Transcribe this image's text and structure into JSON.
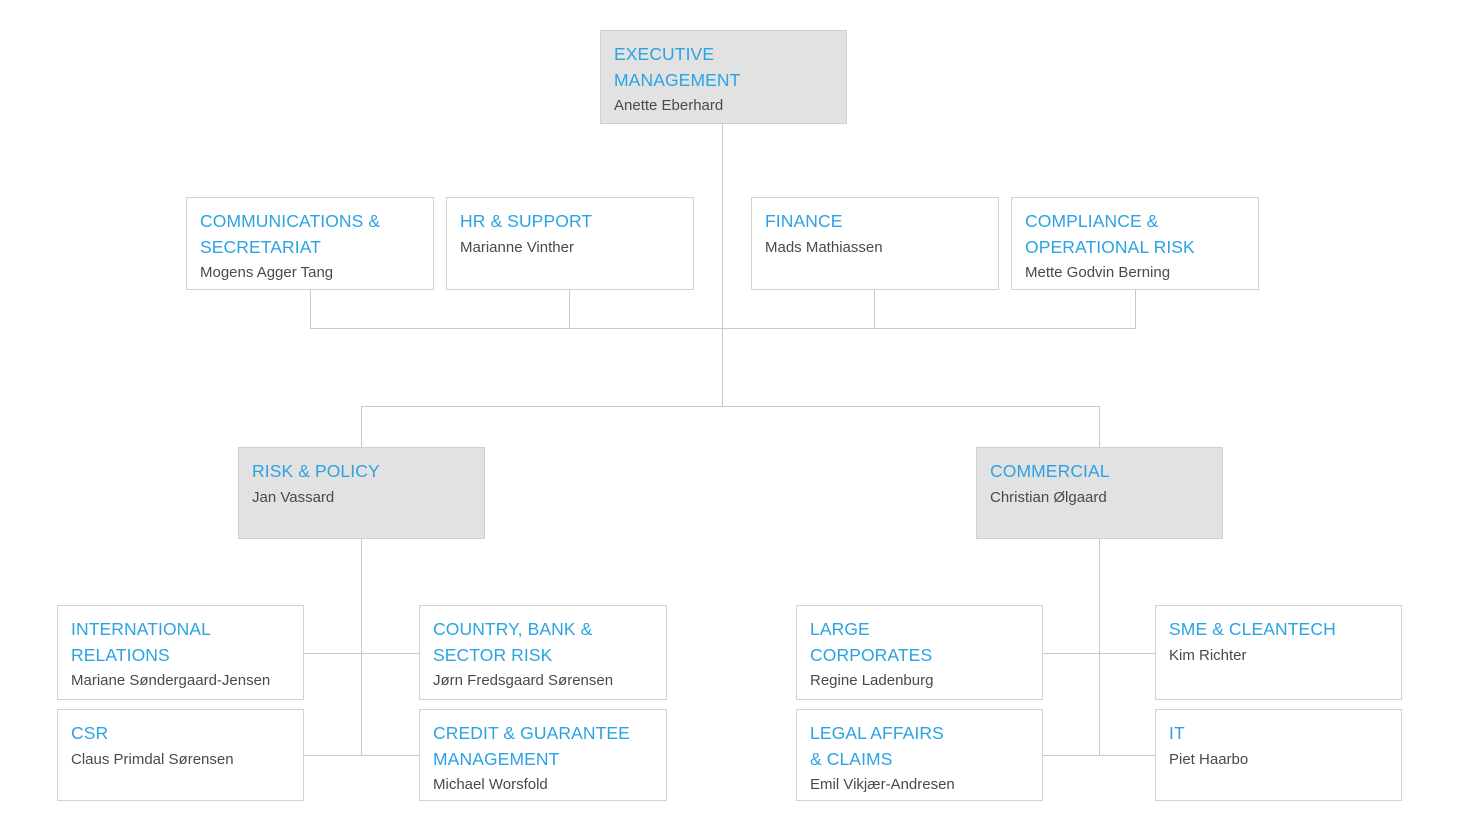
{
  "diagram": {
    "type": "org-chart",
    "accent_color": "#2ba3e3",
    "person_color": "#4a4a4a",
    "shaded_box_color": "#e2e2e2",
    "box_border_color": "#d2d2d2",
    "connector_color": "#c9c9c9",
    "background_color": "#ffffff"
  },
  "nodes": {
    "executive_management": {
      "title": "EXECUTIVE\nMANAGEMENT",
      "person": "Anette Eberhard"
    },
    "communications_secretariat": {
      "title": "COMMUNICATIONS &\nSECRETARIAT",
      "person": "Mogens Agger Tang"
    },
    "hr_support": {
      "title": "HR & SUPPORT",
      "person": "Marianne Vinther"
    },
    "finance": {
      "title": "FINANCE",
      "person": "Mads Mathiassen"
    },
    "compliance_operational_risk": {
      "title": "COMPLIANCE &\nOPERATIONAL RISK",
      "person": "Mette Godvin Berning"
    },
    "risk_policy": {
      "title": "RISK & POLICY",
      "person": "Jan Vassard"
    },
    "commercial": {
      "title": "COMMERCIAL",
      "person": "Christian Ølgaard"
    },
    "international_relations": {
      "title": "INTERNATIONAL\nRELATIONS",
      "person": "Mariane Søndergaard-Jensen"
    },
    "csr": {
      "title": "CSR",
      "person": "Claus Primdal Sørensen"
    },
    "country_bank_sector_risk": {
      "title": "COUNTRY, BANK &\nSECTOR RISK",
      "person": "Jørn Fredsgaard Sørensen"
    },
    "credit_guarantee_management": {
      "title": "CREDIT & GUARANTEE\nMANAGEMENT",
      "person": "Michael Worsfold"
    },
    "large_corporates": {
      "title": "LARGE\nCORPORATES",
      "person": "Regine Ladenburg"
    },
    "legal_affairs_claims": {
      "title": "LEGAL AFFAIRS\n& CLAIMS",
      "person": "Emil Vikjær-Andresen"
    },
    "sme_cleantech": {
      "title": "SME & CLEANTECH",
      "person": "Kim Richter"
    },
    "it": {
      "title": "IT",
      "person": "Piet Haarbo"
    }
  }
}
